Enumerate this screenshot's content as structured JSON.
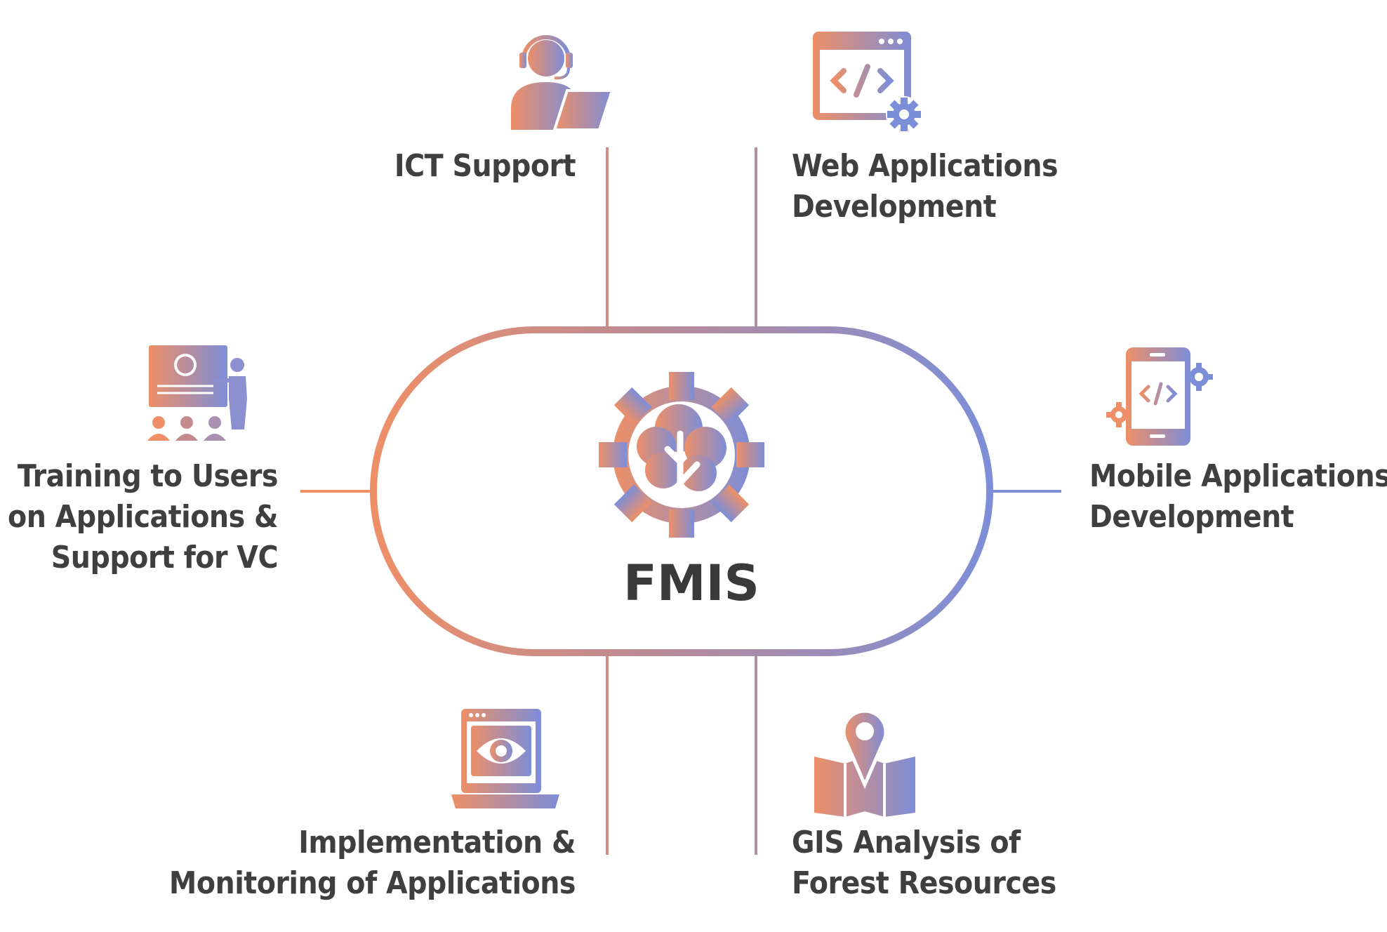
{
  "center": {
    "title": "FMIS",
    "icon": "gear-tree-icon"
  },
  "colors": {
    "gradient_start": "#ee8f67",
    "gradient_mid": "#b48b9c",
    "gradient_end": "#7d8ed8",
    "text": "#3f3f3f"
  },
  "services": [
    {
      "id": "ict-support",
      "icon": "headset-agent-icon",
      "lines": [
        "ICT Support"
      ]
    },
    {
      "id": "web-apps",
      "icon": "code-browser-gear-icon",
      "lines": [
        "Web Applications",
        "Development"
      ]
    },
    {
      "id": "training",
      "icon": "presentation-audience-icon",
      "lines": [
        "Training to Users",
        "on Applications &",
        "Support for VC"
      ]
    },
    {
      "id": "mobile-apps",
      "icon": "mobile-code-gear-icon",
      "lines": [
        "Mobile Applications",
        "Development"
      ]
    },
    {
      "id": "implementation",
      "icon": "laptop-eye-icon",
      "lines": [
        "Implementation &",
        "Monitoring of Applications"
      ]
    },
    {
      "id": "gis",
      "icon": "map-pin-icon",
      "lines": [
        "GIS Analysis of",
        "Forest Resources"
      ]
    }
  ]
}
